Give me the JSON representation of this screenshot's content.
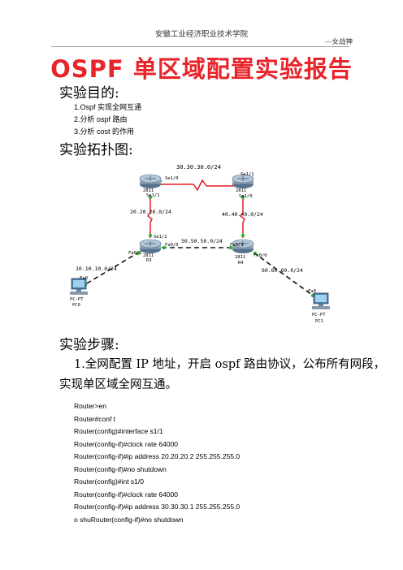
{
  "header": {
    "school": "安徽工业经济职业技术学院",
    "author": "---女战神"
  },
  "title": "OSPF 单区域配置实验报告",
  "purpose": {
    "heading": "实验目的:",
    "items": [
      "1.Ospf 实现全网互通",
      "2.分析 ospf 路由",
      "3.分析 cost 的作用"
    ]
  },
  "topology": {
    "heading": "实验拓扑图:",
    "links": {
      "top": "30.30.30.0/24",
      "left": "20.20.20.0/24",
      "right": "40.40.40.0/24",
      "middle": "50.50.50.0/24",
      "pc0_link": "10.10.10.0/24",
      "pc1_link": "60.60.60.0/24"
    },
    "routers": {
      "r1": {
        "model": "2811",
        "if_a": "Se1/0",
        "if_b": "Se1/1"
      },
      "r2": {
        "model": "2811",
        "if_a": "Se1/1",
        "if_b": "Se1/0"
      },
      "r3": {
        "model": "2811",
        "name": "R3",
        "if_top": "Se1/2",
        "if_left": "Fa0/1",
        "if_right": "Fa0/0"
      },
      "r4": {
        "model": "2811",
        "name": "R4",
        "if_left": "Fa0/1",
        "if_right": "Fa0/0"
      }
    },
    "pcs": {
      "pc0": {
        "type": "PC-PT",
        "name": "PC0",
        "if": "Fa0"
      },
      "pc1": {
        "type": "PC-PT",
        "name": "PC1",
        "if": "Fa0"
      }
    }
  },
  "steps": {
    "heading": "实验步骤:",
    "step1_line1": "1.全网配置 IP 地址，开启 ospf 路由协议，公布所有网段，",
    "step1_line2": "实现单区域全网互通。",
    "code": [
      "Router>en",
      "Router#conf t",
      "Router(config)#interface s1/1",
      "Router(config-if)#clock rate 64000",
      "Router(config-if)#ip address 20.20.20.2 255.255.255.0",
      "Router(config-if)#no shutdown",
      "Router(config)#int s1/0",
      "Router(config-if)#clock rate 64000",
      "Router(config-if)#ip address 30.30.30.1 255.255.255.0",
      "o shuRouter(config-if)#no shutdown"
    ]
  }
}
